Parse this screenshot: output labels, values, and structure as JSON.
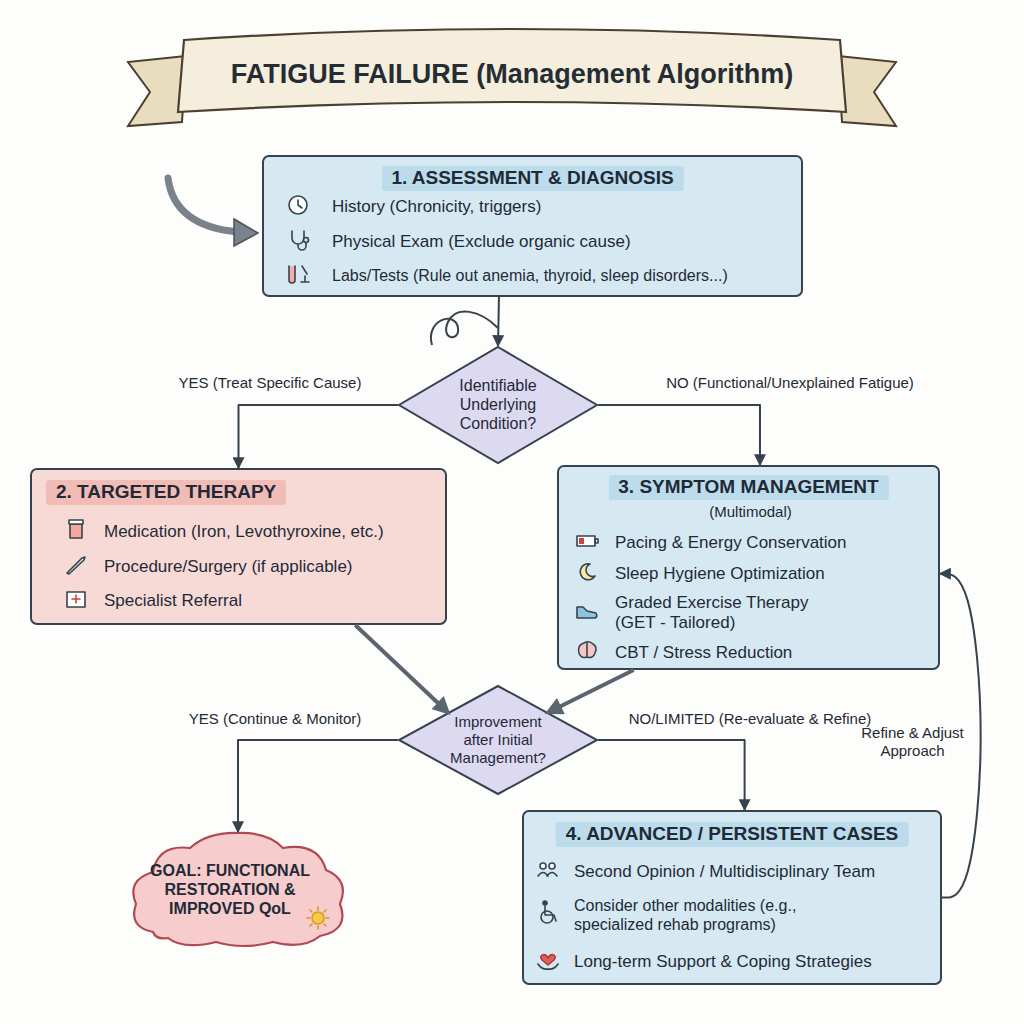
{
  "diagram": {
    "title": "FATIGUE FAILURE (Management Algorithm)",
    "nodes": [
      {
        "text": [
          "1. ASSESSMENT & DIAGNOSIS",
          "History (Chronicity, triggers)",
          "Physical Exam (Exclude organic cause)",
          "Labs/Tests (Rule out anemia, thyroid, sleep disorders...)"
        ]
      },
      {
        "text": [
          "Identifiable Underlying Condition?"
        ]
      },
      {
        "text": [
          "2. TARGETED THERAPY",
          "Medication (Iron, Levothyroxine, etc.)",
          "Procedure/Surgery (if applicable)",
          "Specialist Referral"
        ]
      },
      {
        "text": [
          "3. SYMPTOM MANAGEMENT",
          "(Multimodal)",
          "Pacing & Energy Conservation",
          "Sleep Hygiene Optimization",
          "Graded Exercise Therapy (GET - Tailored)",
          "CBT / Stress Reduction"
        ]
      },
      {
        "text": [
          "Improvement after Initial Management?"
        ]
      },
      {
        "text": [
          "GOAL: FUNCTIONAL RESTORATION & IMPROVED QoL"
        ]
      },
      {
        "text": [
          "4. ADVANCED / PERSISTENT CASES",
          "Second Opinion / Multidisciplinary Team",
          "Consider other modalities (e.g., specialized rehab programs)",
          "Long-term Support & Coping Strategies"
        ]
      }
    ],
    "edges": [
      {
        "from": 0,
        "to": 1,
        "arrow": "to"
      },
      {
        "from": 1,
        "to": 2,
        "label": "YES (Treat Specific Cause)",
        "arrow": "to"
      },
      {
        "from": 1,
        "to": 3,
        "label": "NO (Functional/Unexplained Fatigue)",
        "arrow": "to"
      },
      {
        "from": 2,
        "to": 4,
        "arrow": "to"
      },
      {
        "from": 3,
        "to": 4,
        "arrow": "to"
      },
      {
        "from": 4,
        "to": 5,
        "label": "YES (Continue & Monitor)",
        "arrow": "to"
      },
      {
        "from": 4,
        "to": 6,
        "label": "NO/LIMITED (Re-evaluate & Refine)",
        "arrow": "to"
      },
      {
        "from": 6,
        "to": 3,
        "label": "Refine & Adjust Approach",
        "arrow": "to"
      }
    ]
  }
}
